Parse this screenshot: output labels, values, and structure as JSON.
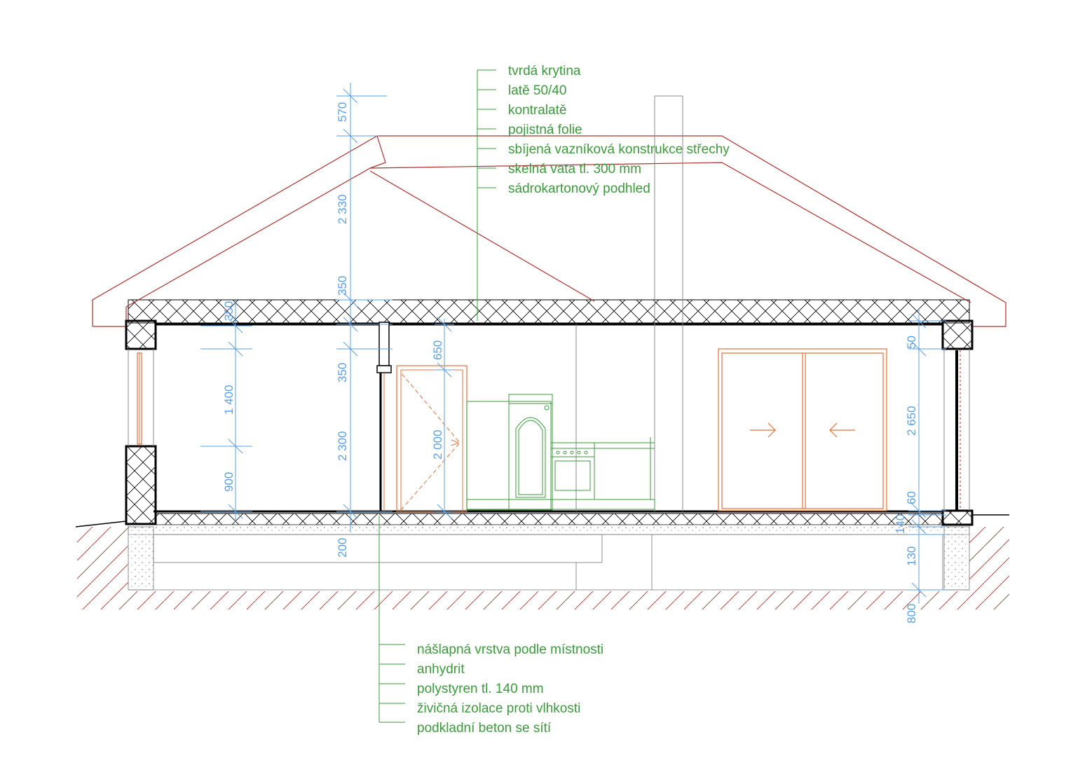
{
  "colors": {
    "roof": "#a8322d",
    "structure": "#000000",
    "annotation": "#3c9a3c",
    "dimension": "#5aa0e6",
    "door": "#e2703a",
    "thin": "#888888",
    "furniture": "#3c9a3c"
  },
  "roof_layers": [
    "tvrdá krytina",
    "latě 50/40",
    "kontralatě",
    "pojistná folie",
    "sbíjená vazníková konstrukce střechy",
    "skelná vata tl. 300 mm",
    "sádrokartonový podhled"
  ],
  "floor_layers": [
    "nášlapná vrstva podle místnosti",
    "anhydrit",
    "polystyren tl. 140 mm",
    "živičná izolace proti vlhkosti",
    "podkladní beton se sítí"
  ],
  "dimensions": {
    "left_window": [
      "350",
      "1 400",
      "900"
    ],
    "center_height": [
      "570",
      "2 330",
      "350",
      "350",
      "2 300",
      "200"
    ],
    "door": [
      "650",
      "2 000"
    ],
    "right_wall": [
      "50",
      "2 650",
      "60",
      "140",
      "130",
      "800"
    ]
  }
}
